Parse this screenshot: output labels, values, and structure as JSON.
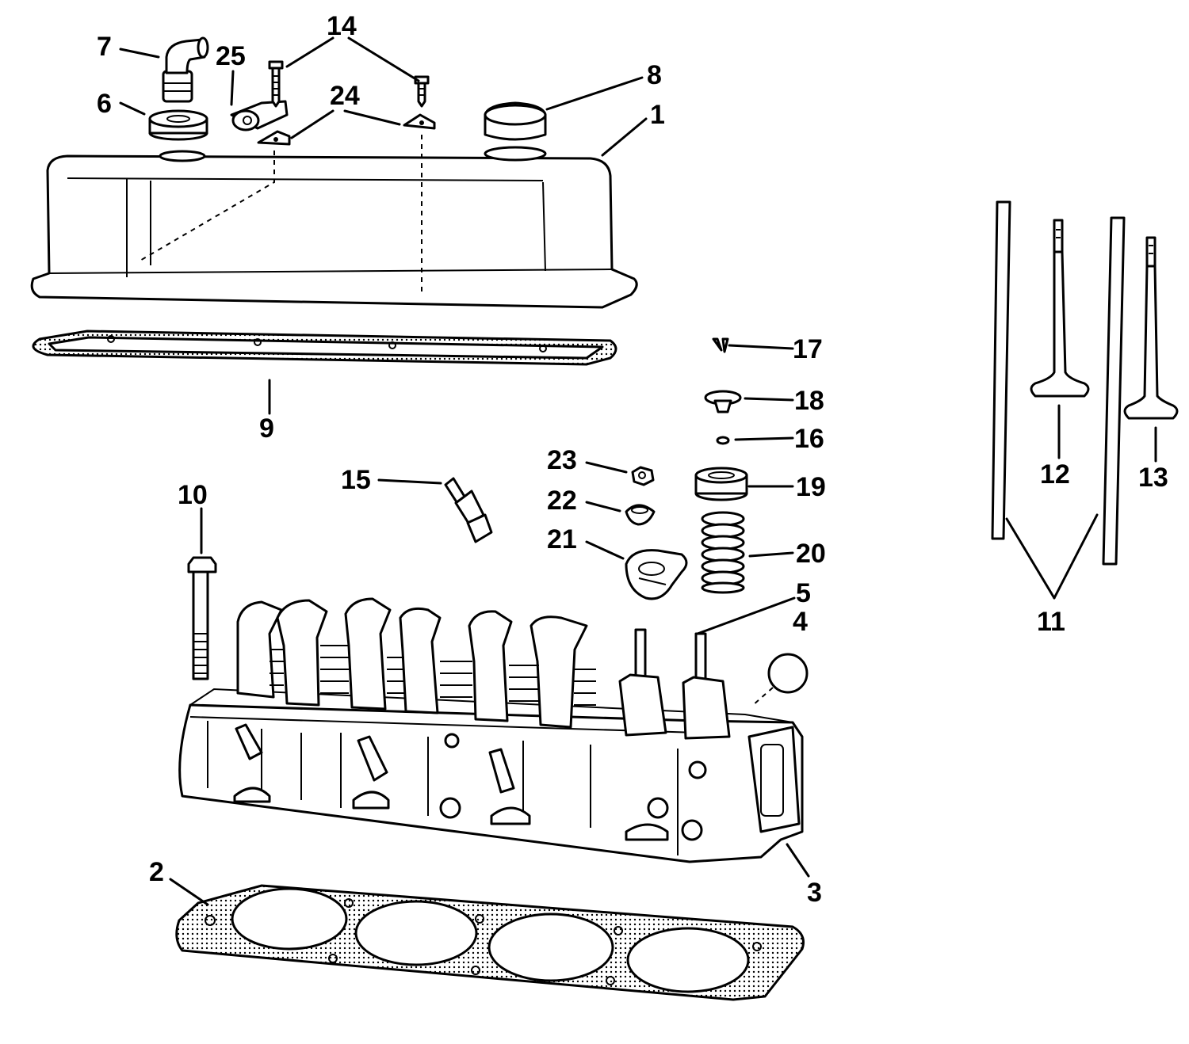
{
  "callouts": {
    "c1": "1",
    "c2": "2",
    "c3": "3",
    "c4": "4",
    "c5": "5",
    "c6": "6",
    "c7": "7",
    "c8": "8",
    "c9": "9",
    "c10": "10",
    "c11": "11",
    "c12": "12",
    "c13": "13",
    "c14": "14",
    "c15": "15",
    "c16": "16",
    "c17": "17",
    "c18": "18",
    "c19": "19",
    "c20": "20",
    "c21": "21",
    "c22": "22",
    "c23": "23",
    "c24": "24",
    "c25": "25"
  },
  "colors": {
    "ink": "#000000",
    "paper": "#ffffff"
  }
}
